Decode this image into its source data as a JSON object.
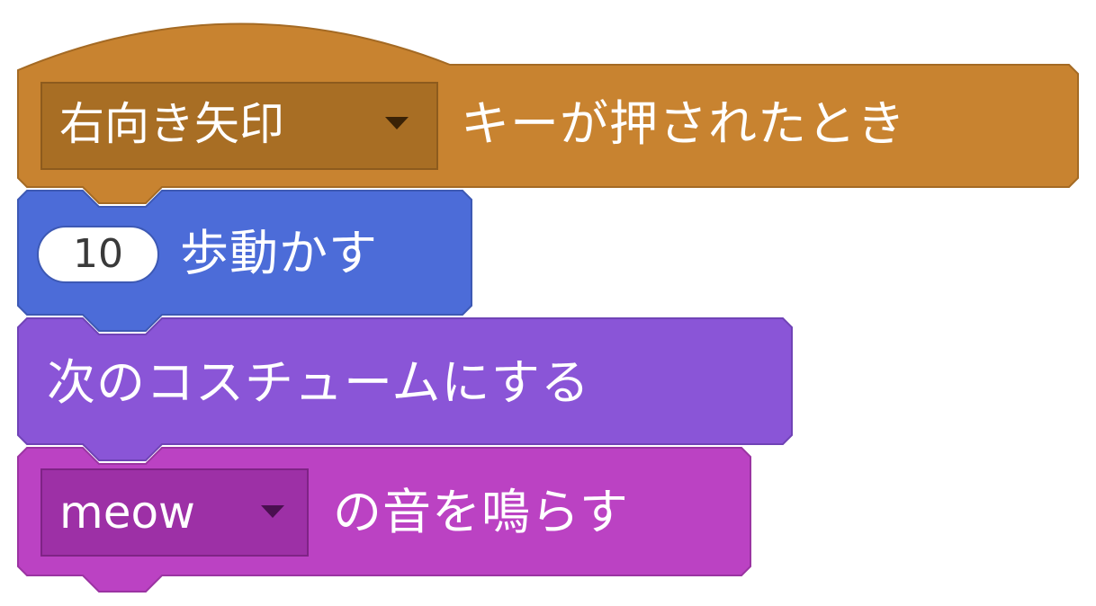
{
  "blocks": {
    "event": {
      "key_value": "右向き矢印",
      "label": "キーが押されたとき",
      "color": "#c88330",
      "dropdown_color": "#a86e24"
    },
    "motion": {
      "steps_value": "10",
      "label": "歩動かす",
      "color": "#4c6cd8"
    },
    "looks": {
      "label": "次のコスチュームにする",
      "color": "#8a55d7"
    },
    "sound": {
      "sound_value": "meow",
      "label": "の音を鳴らす",
      "color": "#bb42c3",
      "dropdown_color": "#9d30a6"
    }
  }
}
